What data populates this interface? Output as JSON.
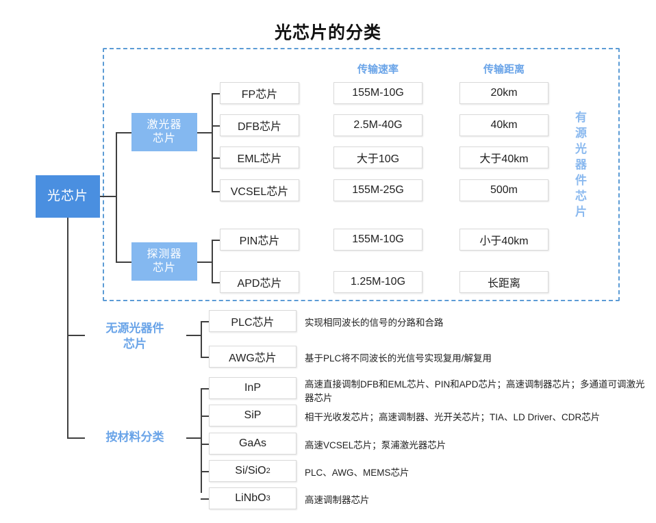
{
  "title": "光芯片的分类",
  "colors": {
    "root_fill": "#4a8fe0",
    "category_fill": "#84b8f0",
    "accent_text": "#6aa4e8",
    "vertical_label": "#8ab9ef",
    "dashed_border": "#5b9bd5",
    "box_border": "#d9d9d9",
    "line": "#3f3f3f"
  },
  "root": {
    "label": "光芯片"
  },
  "columns": {
    "speed_header": "传输速率",
    "distance_header": "传输距离"
  },
  "active_region": {
    "vertical_label": "有源光器件芯片",
    "categories": [
      {
        "label_line1": "激光器",
        "label_line2": "芯片",
        "items": [
          {
            "chip": "FP芯片",
            "speed": "155M-10G",
            "distance": "20km"
          },
          {
            "chip": "DFB芯片",
            "speed": "2.5M-40G",
            "distance": "40km"
          },
          {
            "chip": "EML芯片",
            "speed": "大于10G",
            "distance": "大于40km"
          },
          {
            "chip": "VCSEL芯片",
            "speed": "155M-25G",
            "distance": "500m"
          }
        ]
      },
      {
        "label_line1": "探测器",
        "label_line2": "芯片",
        "items": [
          {
            "chip": "PIN芯片",
            "speed": "155M-10G",
            "distance": "小于40km"
          },
          {
            "chip": "APD芯片",
            "speed": "1.25M-10G",
            "distance": "长距离"
          }
        ]
      }
    ]
  },
  "passive_branch": {
    "label_line1": "无源光器件",
    "label_line2": "芯片",
    "items": [
      {
        "chip": "PLC芯片",
        "desc": "实现相同波长的信号的分路和合路"
      },
      {
        "chip": "AWG芯片",
        "desc": "基于PLC将不同波长的光信号实现复用/解复用"
      }
    ]
  },
  "material_branch": {
    "label": "按材料分类",
    "items": [
      {
        "chip": "InP",
        "chip_sub": "",
        "desc": "高速直接调制DFB和EML芯片、PIN和APD芯片；高速调制器芯片；多通道可调激光器芯片"
      },
      {
        "chip": "SiP",
        "chip_sub": "",
        "desc": "相干光收发芯片；高速调制器、光开关芯片；TIA、LD Driver、CDR芯片"
      },
      {
        "chip": "GaAs",
        "chip_sub": "",
        "desc": "高速VCSEL芯片；泵浦激光器芯片"
      },
      {
        "chip": "Si/SiO",
        "chip_sub": "2",
        "desc": "PLC、AWG、MEMS芯片"
      },
      {
        "chip": "LiNbO",
        "chip_sub": "3",
        "desc": "高速调制器芯片"
      }
    ]
  }
}
